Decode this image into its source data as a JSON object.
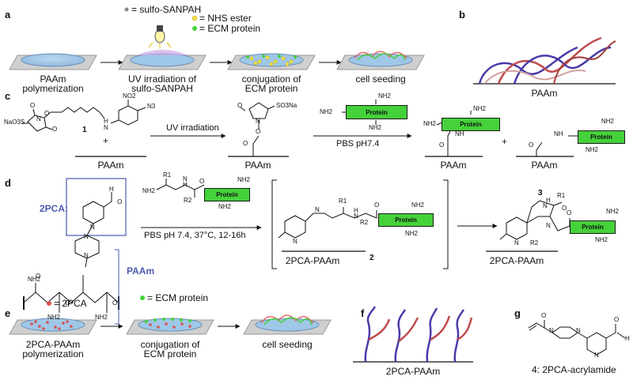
{
  "panels": {
    "a": "a",
    "b": "b",
    "c": "c",
    "d": "d",
    "e": "e",
    "f": "f",
    "g": "g"
  },
  "a": {
    "legend_sulfo": "= sulfo-SANPAH",
    "legend_nhs": "= NHS ester",
    "legend_ecm": "= ECM protein",
    "step1": "PAAm\npolymerization",
    "step2": "UV irradiation of\nsulfo-SANPAH",
    "step3": "conjugation of\nECM protein",
    "step4": "cell seeding"
  },
  "b": {
    "label": "PAAm"
  },
  "c": {
    "compound_number": "1",
    "plus1": "+",
    "paam1": "PAAm",
    "uv": "UV irradiation",
    "paam2": "PAAm",
    "pbs": "PBS pH7.4",
    "paam3": "PAAm",
    "plus2": "+",
    "paam4": "PAAm",
    "protein": "Protein",
    "nh2": "NH2",
    "no2": "NO2",
    "n3": "N3",
    "nao3s": "NaO3S",
    "so3na": "SO3Na",
    "o": "O",
    "h": "H",
    "nh": "NH",
    "n": "N"
  },
  "d": {
    "label_2pca": "2PCA:",
    "label_paam": "PAAm",
    "conditions": "PBS pH 7.4, 37°C, 12-16h",
    "product_label": "2PCA-PAAm",
    "compound2": "2",
    "compound3": "3",
    "product3_label": "2PCA-PAAm",
    "r1": "R1",
    "r2": "R2",
    "protein": "Protein",
    "nh2": "NH2",
    "n": "N",
    "h": "H",
    "o": "O"
  },
  "e": {
    "legend_2pca": "= 2PCA",
    "legend_ecm": "= ECM protein",
    "step1": "2PCA-PAAm\npolymerization",
    "step2": "conjugation of\nECM protein",
    "step3": "cell seeding"
  },
  "f": {
    "label": "2PCA-PAAm"
  },
  "g": {
    "compound": "4: 2PCA-acrylamide",
    "o": "O",
    "h": "H",
    "n": "N"
  },
  "colors": {
    "gel": "#9fc7e8",
    "protein": "#45d13a",
    "nhs": "#f3e24a",
    "pca": "#d9534f",
    "blue": "#4a5bb0"
  }
}
